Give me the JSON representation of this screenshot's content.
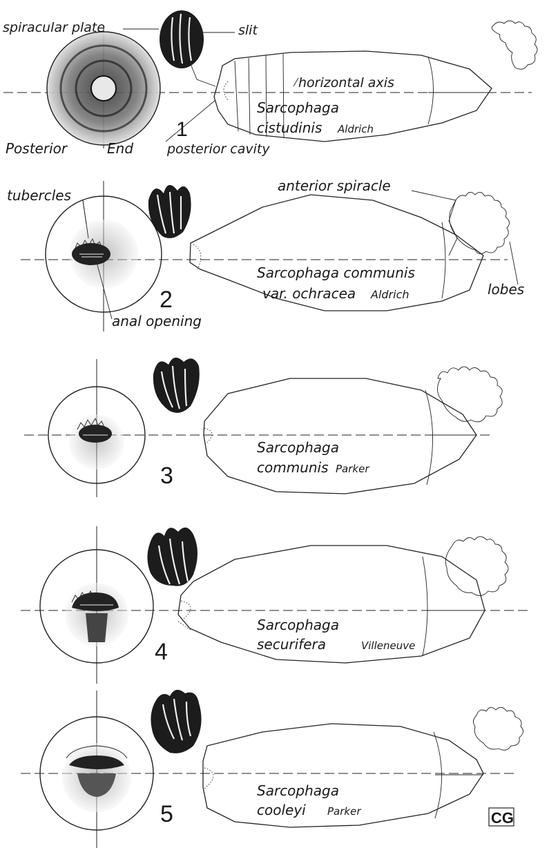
{
  "labels": {
    "spiracular_plate": "spiracular plate",
    "slit": "slit",
    "horizontal_axis": "horizontal axis",
    "posterior_cavity": "posterior cavity",
    "posterior_end_a": "Posterior",
    "posterior_end_b": "End",
    "tubercles": "tubercles",
    "anal_opening": "anal opening",
    "anterior_spiracle": "anterior spiracle",
    "lobes": "lobes"
  },
  "figures": [
    {
      "number": "1",
      "genus": "Sarcophaga",
      "species": "cistudinis",
      "author": "Aldrich"
    },
    {
      "number": "2",
      "genus": "Sarcophaga communis",
      "species": "var. ochracea",
      "author": "Aldrich"
    },
    {
      "number": "3",
      "genus": "Sarcophaga",
      "species": "communis",
      "author": "Parker"
    },
    {
      "number": "4",
      "genus": "Sarcophaga",
      "species": "securifera",
      "author": "Villeneuve"
    },
    {
      "number": "5",
      "genus": "Sarcophaga",
      "species": "cooleyi",
      "author": "Parker"
    }
  ],
  "monogram": "CG"
}
